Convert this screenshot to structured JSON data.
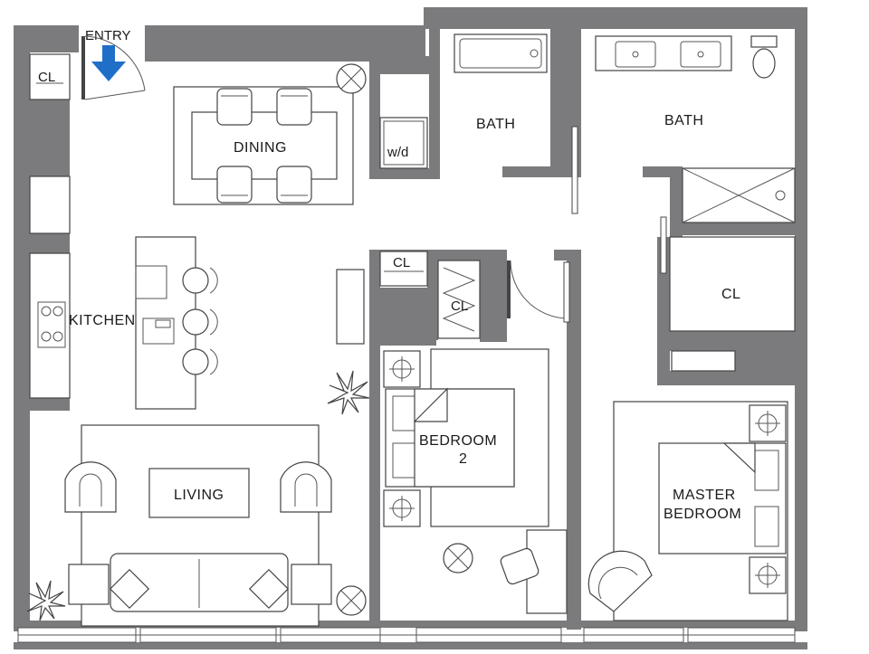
{
  "labels": {
    "entry": "ENTRY",
    "dining": "DINING",
    "kitchen": "KITCHEN",
    "living": "LIVING",
    "bath_1": "BATH",
    "bath_2": "BATH",
    "washer_dryer": "w/d",
    "closet_entry": "CL",
    "closet_hall": "CL",
    "closet_bed2": "CL",
    "closet_master": "CL",
    "bedroom2_line1": "BEDROOM",
    "bedroom2_line2": "2",
    "master_line1": "MASTER",
    "master_line2": "BEDROOM"
  },
  "colors": {
    "wall": "#7b7b7d",
    "entry_arrow": "#1f6fc9",
    "background": "#ffffff"
  },
  "icons": [
    "entry-arrow-icon",
    "light-fixture-icon",
    "plant-icon",
    "toilet-icon",
    "sink-icon",
    "stove-icon"
  ]
}
